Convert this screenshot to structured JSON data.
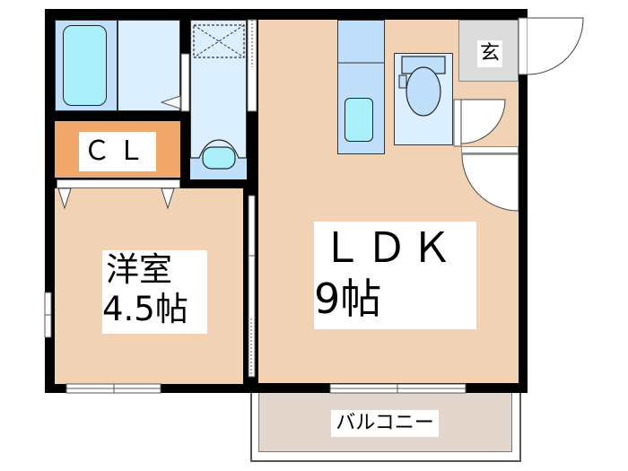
{
  "plan": {
    "rooms": {
      "western_room": {
        "name": "洋室",
        "size": "4.5帖"
      },
      "ldk": {
        "name": "ＬＤＫ",
        "size": "9帖"
      },
      "closet": {
        "label": "ＣＬ"
      },
      "entrance": {
        "label": "玄"
      },
      "balcony": {
        "label": "バルコニー"
      }
    },
    "colors": {
      "wall": "#000000",
      "floor": "#f2d2b5",
      "closet": "#f0a96a",
      "wet_area": "#dcefff",
      "fixture": "#bfdffb",
      "tub_water": "#aaf0fb",
      "entrance": "#dcdcdc",
      "balcony": "#e3d6cd"
    }
  }
}
